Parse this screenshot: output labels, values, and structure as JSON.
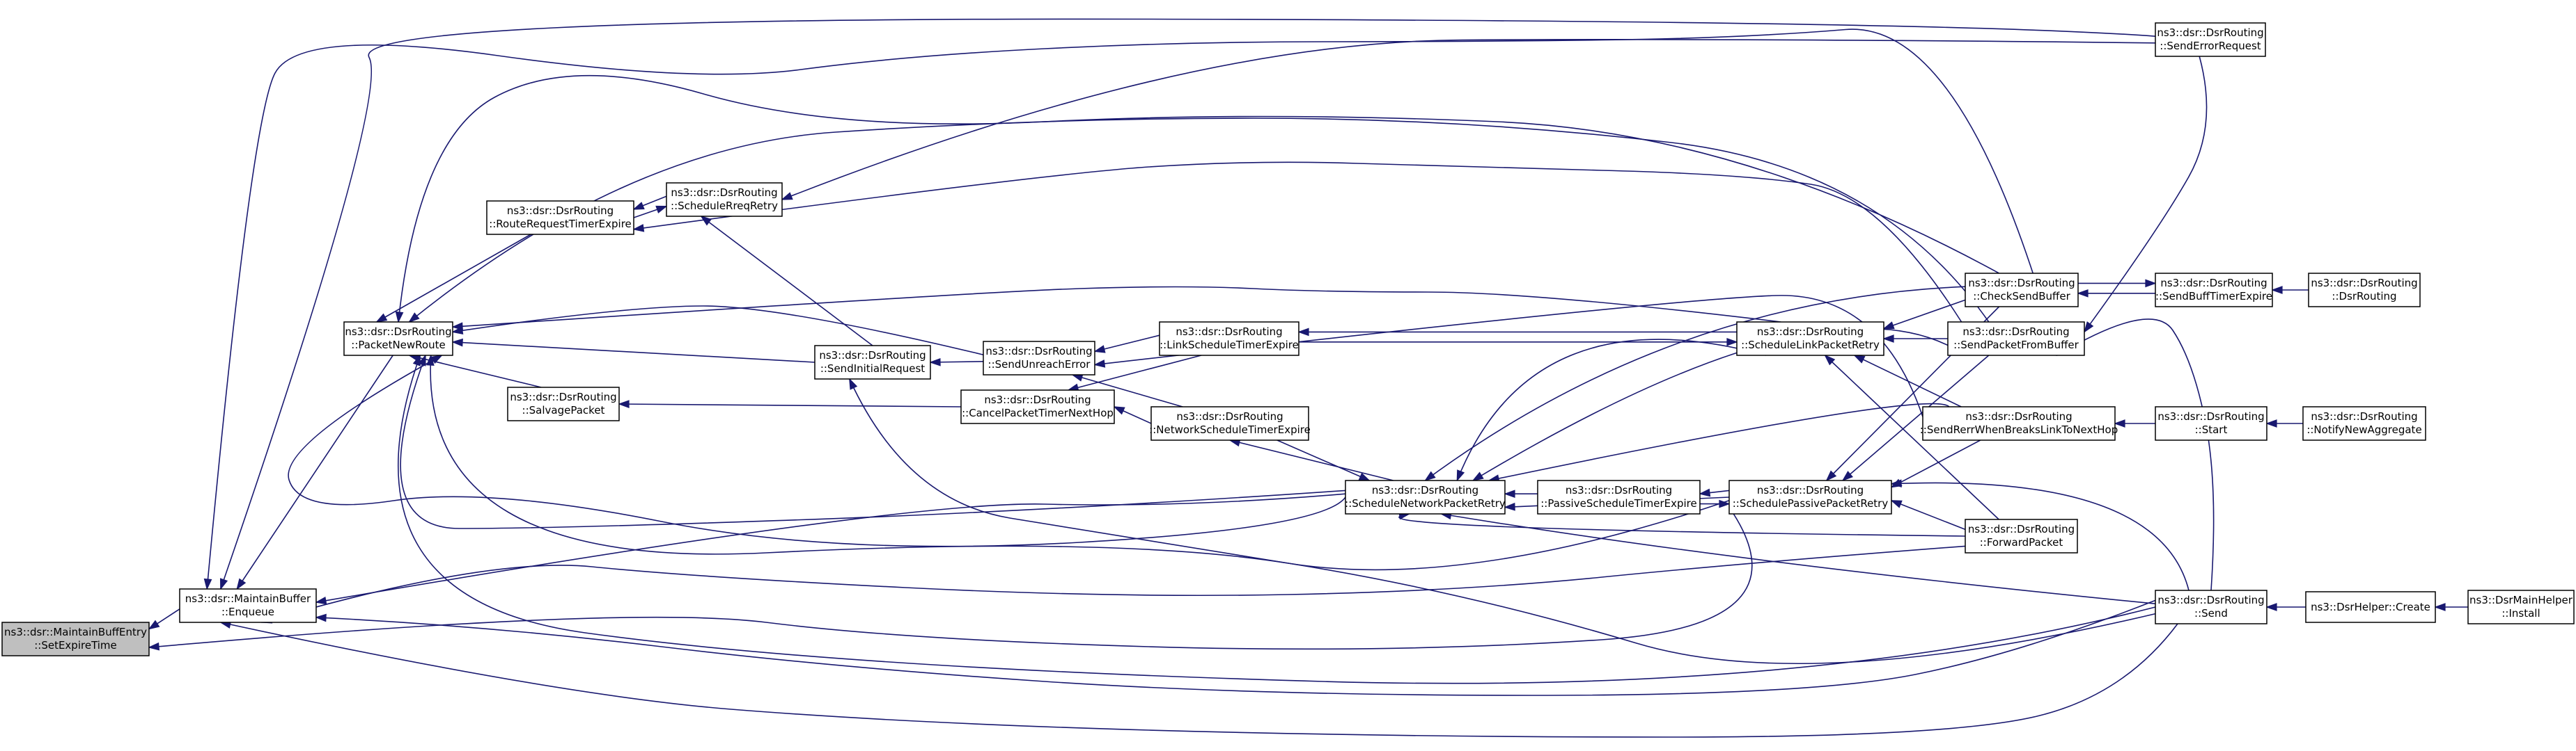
{
  "nodes": [
    {
      "id": "n0",
      "line1": "ns3::dsr::MaintainBuffEntry",
      "line2": "::SetExpireTime"
    },
    {
      "id": "n1",
      "line1": "ns3::dsr::MaintainBuffer",
      "line2": "::Enqueue"
    },
    {
      "id": "n2",
      "line1": "ns3::dsr::DsrRouting",
      "line2": "::PacketNewRoute"
    },
    {
      "id": "n3",
      "line1": "ns3::dsr::DsrRouting",
      "line2": "::RouteRequestTimerExpire"
    },
    {
      "id": "n4",
      "line1": "ns3::dsr::DsrRouting",
      "line2": "::ScheduleRreqRetry"
    },
    {
      "id": "n5",
      "line1": "ns3::dsr::DsrRouting",
      "line2": "::SalvagePacket"
    },
    {
      "id": "n6",
      "line1": "ns3::dsr::DsrRouting",
      "line2": "::SendInitialRequest"
    },
    {
      "id": "n7",
      "line1": "ns3::dsr::DsrRouting",
      "line2": "::SendUnreachError"
    },
    {
      "id": "n8",
      "line1": "ns3::dsr::DsrRouting",
      "line2": "::CancelPacketTimerNextHop"
    },
    {
      "id": "n9",
      "line1": "ns3::dsr::DsrRouting",
      "line2": "::LinkScheduleTimerExpire"
    },
    {
      "id": "n10",
      "line1": "ns3::dsr::DsrRouting",
      "line2": "::NetworkScheduleTimerExpire"
    },
    {
      "id": "n11",
      "line1": "ns3::dsr::DsrRouting",
      "line2": "::ScheduleNetworkPacketRetry"
    },
    {
      "id": "n12",
      "line1": "ns3::dsr::DsrRouting",
      "line2": "::PassiveScheduleTimerExpire"
    },
    {
      "id": "n13",
      "line1": "ns3::dsr::DsrRouting",
      "line2": "::ScheduleLinkPacketRetry"
    },
    {
      "id": "n14",
      "line1": "ns3::dsr::DsrRouting",
      "line2": "::SchedulePassivePacketRetry"
    },
    {
      "id": "n15",
      "line1": "ns3::dsr::DsrRouting",
      "line2": "::CheckSendBuffer"
    },
    {
      "id": "n16",
      "line1": "ns3::dsr::DsrRouting",
      "line2": "::SendPacketFromBuffer"
    },
    {
      "id": "n17",
      "line1": "ns3::dsr::DsrRouting",
      "line2": "::SendRerrWhenBreaksLinkToNextHop"
    },
    {
      "id": "n18",
      "line1": "ns3::dsr::DsrRouting",
      "line2": "::ForwardPacket"
    },
    {
      "id": "n19",
      "line1": "ns3::dsr::DsrRouting",
      "line2": "::SendErrorRequest"
    },
    {
      "id": "n20",
      "line1": "ns3::dsr::DsrRouting",
      "line2": "::SendBuffTimerExpire"
    },
    {
      "id": "n21",
      "line1": "ns3::dsr::DsrRouting",
      "line2": "::Start"
    },
    {
      "id": "n22",
      "line1": "ns3::dsr::DsrRouting",
      "line2": "::Send"
    },
    {
      "id": "n23",
      "line1": "ns3::dsr::DsrRouting",
      "line2": "::DsrRouting"
    },
    {
      "id": "n24",
      "line1": "ns3::dsr::DsrRouting",
      "line2": "::NotifyNewAggregate"
    },
    {
      "id": "n25",
      "line1": "ns3::DsrHelper::Create",
      "line2": ""
    },
    {
      "id": "n26",
      "line1": "ns3::DsrMainHelper",
      "line2": "::Install"
    }
  ],
  "colors": {
    "edge": "#191970",
    "root_fill": "#bfbfbf",
    "node_fill": "#ffffff",
    "node_border": "#000000"
  }
}
